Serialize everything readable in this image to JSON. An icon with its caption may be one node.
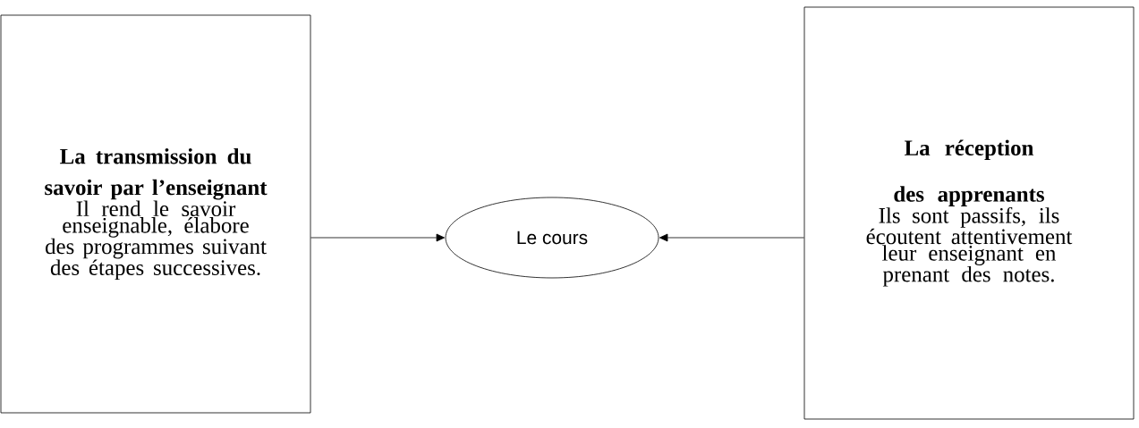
{
  "diagram": {
    "nodes": [
      {
        "text": [
          "La transmission du savoir par l’enseignant",
          "Il rend le savoir enseignable, élabore des programmes suivant des étapes successives."
        ]
      },
      {
        "text": [
          "Le cours"
        ]
      },
      {
        "text": [
          "La réception des apprenants",
          "Ils sont passifs, ils écoutent attentivement leur enseignant en prenant des notes."
        ]
      }
    ],
    "edges": [
      {
        "from": 0,
        "to": 1,
        "arrow": "to"
      },
      {
        "from": 2,
        "to": 1,
        "arrow": "to"
      }
    ]
  }
}
